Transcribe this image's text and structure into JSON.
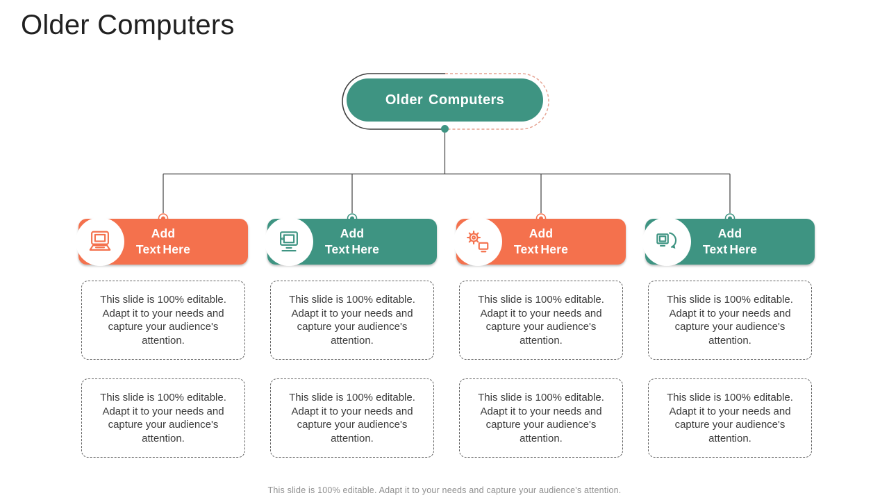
{
  "slide": {
    "title": "Older Computers",
    "footer": "This slide is 100% editable. Adapt it to your needs and capture your audience's attention."
  },
  "root_node": {
    "label": "Older Computers"
  },
  "colors": {
    "teal": "#3E9482",
    "orange": "#F4714D",
    "connector_line": "#3F3F3F",
    "root_dashed_outline": "#E5A08F",
    "body_text": "#3A3A3A",
    "footer_text": "#8F8F8F",
    "dashed_box_border": "#606060"
  },
  "branches": [
    {
      "color": "orange",
      "icon": "vintage-computer-icon",
      "title_line1": "Add",
      "title_line2": "Text Here",
      "box1_text": "This slide is 100% editable. Adapt it to your needs and capture your audience's attention.",
      "box2_text": "This slide is 100% editable. Adapt it to your needs and capture your audience's attention."
    },
    {
      "color": "teal",
      "icon": "retro-desktop-icon",
      "title_line1": "Add",
      "title_line2": "Text Here",
      "box1_text": "This slide is 100% editable. Adapt it to your needs and capture your audience's attention.",
      "box2_text": "This slide is 100% editable. Adapt it to your needs and capture your audience's attention."
    },
    {
      "color": "orange",
      "icon": "computer-gear-icon",
      "title_line1": "Add",
      "title_line2": "Text Here",
      "box1_text": "This slide is 100% editable. Adapt it to your needs and capture your audience's attention.",
      "box2_text": "This slide is 100% editable. Adapt it to your needs and capture your audience's attention."
    },
    {
      "color": "teal",
      "icon": "computer-refresh-icon",
      "title_line1": "Add",
      "title_line2": "Text Here",
      "box1_text": "This slide is 100% editable. Adapt it to your needs and capture your audience's attention.",
      "box2_text": "This slide is 100% editable. Adapt it to your needs and capture your audience's attention."
    }
  ]
}
